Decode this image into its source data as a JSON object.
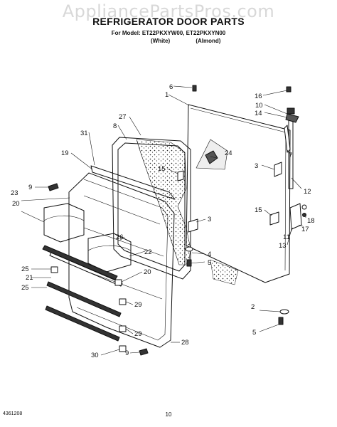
{
  "watermark": "AppliancePartsPros.com",
  "header": {
    "title": "REFRIGERATOR DOOR PARTS",
    "model_line": "For Model: ET22PKXYW00, ET22PKXYN00",
    "variant_white": "(White)",
    "variant_almond": "(Almond)"
  },
  "callouts": [
    "1",
    "2",
    "3",
    "3",
    "4",
    "5",
    "5",
    "6",
    "7",
    "8",
    "9",
    "9",
    "10",
    "11",
    "12",
    "13",
    "14",
    "15",
    "15",
    "16",
    "17",
    "18",
    "19",
    "20",
    "20",
    "21",
    "22",
    "23",
    "24",
    "25",
    "25",
    "26",
    "27",
    "28",
    "29",
    "29",
    "30",
    "31"
  ],
  "footer": {
    "doc_number": "4361208",
    "page_number": "10"
  }
}
